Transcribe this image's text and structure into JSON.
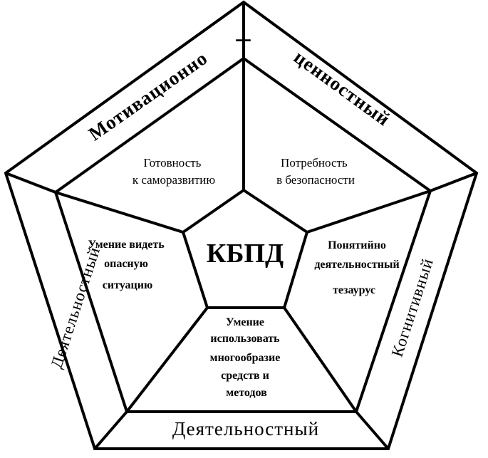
{
  "center": {
    "label": "КБПД"
  },
  "bands": {
    "top_left": "Мотивационно",
    "top_dash": "–",
    "top_right": "ценностный",
    "left": "Деятельностный",
    "right": "Когнитивный",
    "bottom": "Деятельностный"
  },
  "cells": {
    "top_left": {
      "lines": [
        "Готовность",
        "к саморазвитию"
      ]
    },
    "top_right": {
      "lines": [
        "Потребность",
        "в безопасности"
      ]
    },
    "left": {
      "lines": [
        "Умение видеть",
        "опасную",
        "ситуацию"
      ]
    },
    "right": {
      "lines": [
        "Понятийно",
        "деятельностный",
        "тезаурус"
      ]
    },
    "bottom": {
      "lines": [
        "Умение",
        "использовать",
        "многообразие",
        "средств и",
        "методов"
      ]
    }
  }
}
